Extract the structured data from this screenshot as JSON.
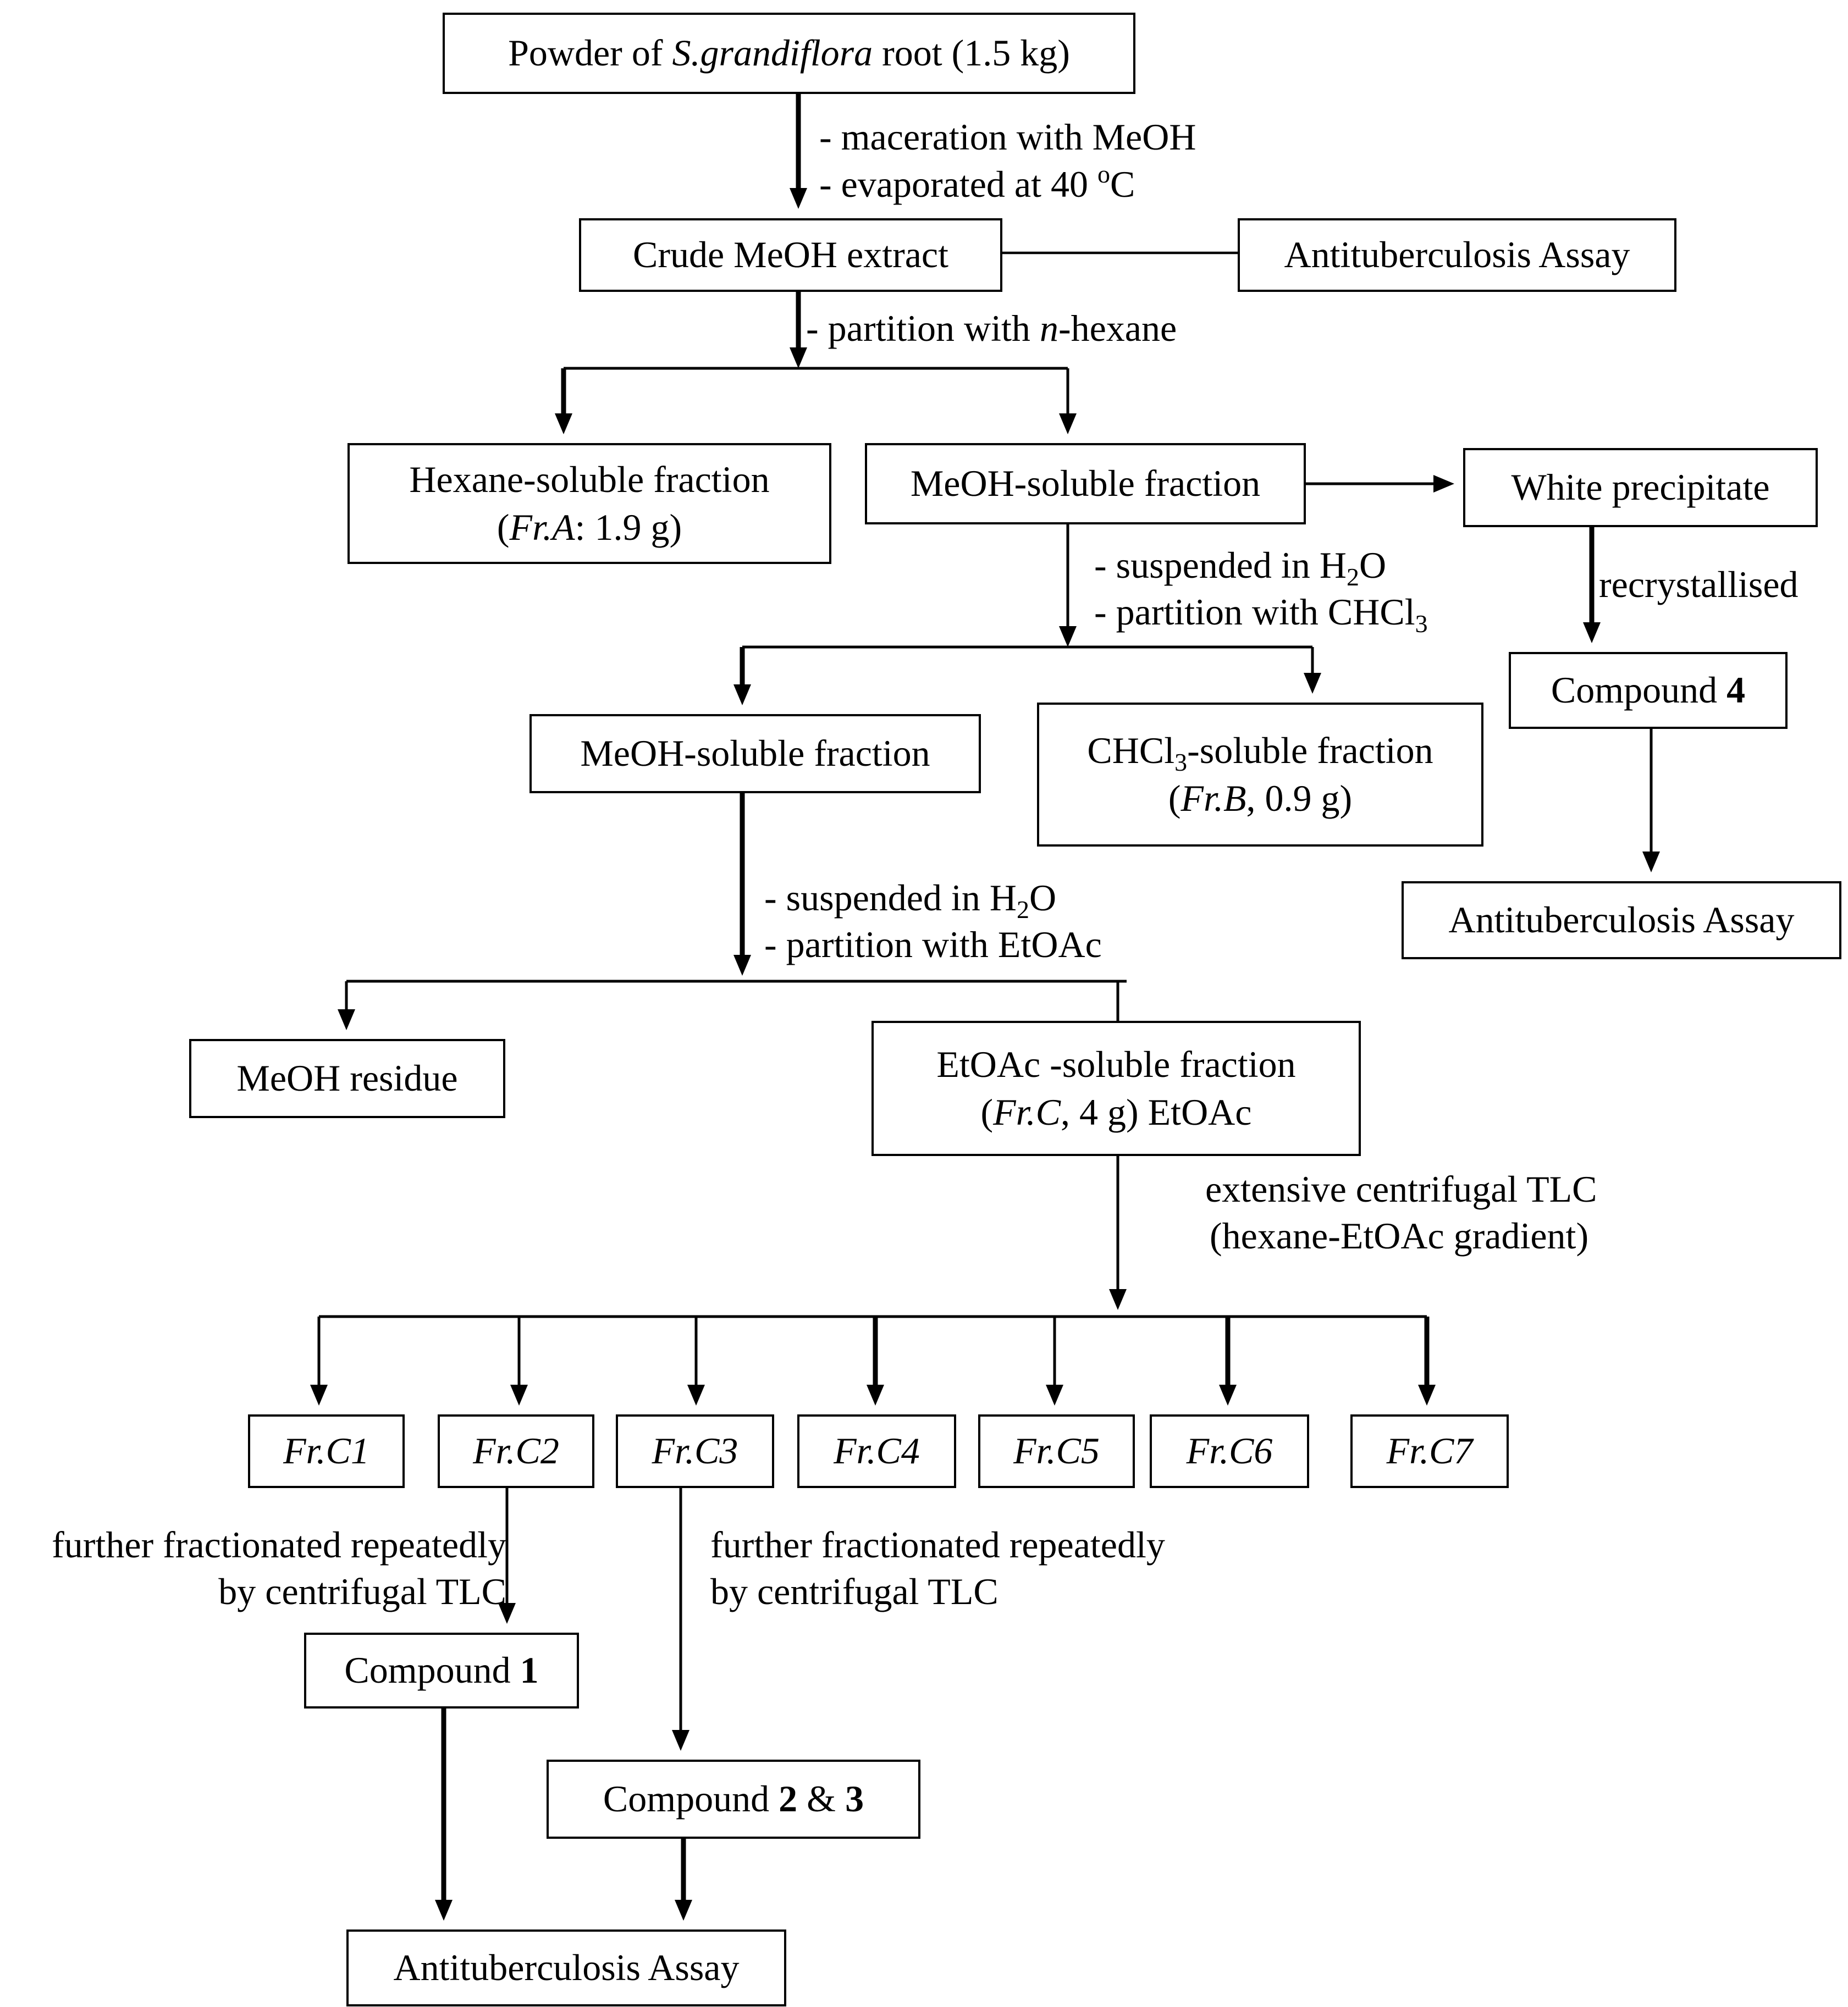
{
  "nodes": {
    "powder": {
      "pre": "Powder of ",
      "species": "S.grandiflora",
      "post": " root (1.5 kg)"
    },
    "crude_extract": "Crude MeOH extract",
    "assay_top": "Antituberculosis Assay",
    "hexane_fraction": {
      "line1": "Hexane-soluble fraction",
      "open": "(",
      "fr": "Fr.A",
      "weight": ":  1.9 g)"
    },
    "meoh_fraction_1": "MeOH-soluble fraction",
    "white_precipitate": "White precipitate",
    "compound_4": {
      "pre": "Compound ",
      "num": "4"
    },
    "meoh_fraction_2": "MeOH-soluble fraction",
    "chcl3_fraction": {
      "pre": "CHCl",
      "sub": "3",
      "post": "-soluble fraction",
      "open": "(",
      "fr": "Fr.B",
      "weight": ", 0.9 g)"
    },
    "assay_right": "Antituberculosis Assay",
    "meoh_residue": "MeOH residue",
    "etoac_fraction": {
      "line1": "EtOAc -soluble fraction",
      "open": "(",
      "fr": "Fr.C",
      "weight": ", 4 g) EtOAc"
    },
    "subfractions": [
      "Fr.C1",
      "Fr.C2",
      "Fr.C3",
      "Fr.C4",
      "Fr.C5",
      "Fr.C6",
      "Fr.C7"
    ],
    "compound_1": {
      "pre": "Compound ",
      "num": "1"
    },
    "compound_2_3": {
      "pre": "Compound ",
      "num1": "2",
      "amp": " & ",
      "num2": "3"
    },
    "assay_bottom": "Antituberculosis Assay"
  },
  "steps": {
    "maceration": "- maceration with MeOH",
    "evaporated": {
      "pre": "- evaporated at 40 ",
      "sup": "o",
      "post": "C"
    },
    "partition_hexane": {
      "pre": "- partition with ",
      "italic": "n",
      "post": "-hexane"
    },
    "suspended_1": {
      "pre": "- suspended in H",
      "sub": "2",
      "post": "O"
    },
    "partition_chcl3": {
      "pre": "- partition with CHCl",
      "sub": "3"
    },
    "recrystallised": "recrystallised",
    "suspended_2": {
      "pre": "- suspended in H",
      "sub": "2",
      "post": "O"
    },
    "partition_etoac": "- partition with EtOAc",
    "centrifugal_1": "extensive centrifugal TLC",
    "centrifugal_2": "(hexane-EtOAc gradient)",
    "further_left_1": "further fractionated repeatedly",
    "further_left_2": "by centrifugal TLC",
    "further_right_1": "further fractionated repeatedly",
    "further_right_2": "by centrifugal TLC"
  }
}
